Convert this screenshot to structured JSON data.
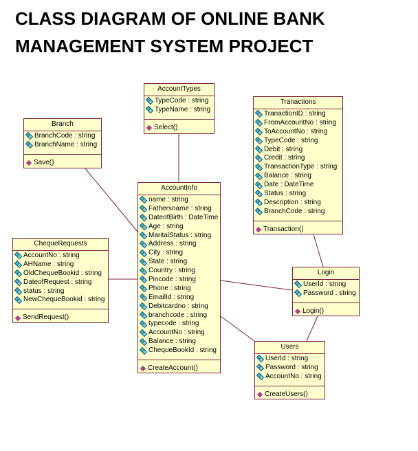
{
  "title": {
    "line1": "CLASS DIAGRAM OF ONLINE BANK",
    "line2": "MANAGEMENT SYSTEM PROJECT"
  },
  "colors": {
    "fill": "#ffffcc",
    "border": "#7a1f3a",
    "attr_icon": "#3cb4c8",
    "op_icon": "#b0448a"
  },
  "classes": {
    "accounttypes": {
      "name": "AccountTypes",
      "attrs": [
        "TypeCode : string",
        "TypeName : string"
      ],
      "ops": [
        "Select()"
      ]
    },
    "branch": {
      "name": "Branch",
      "attrs": [
        "BranchCode : string",
        "BranchName : string"
      ],
      "ops": [
        "Save()"
      ]
    },
    "tranactions": {
      "name": "Tranactions",
      "attrs": [
        "TranactionID : string",
        "FromAccountNo : string",
        "ToAccountNo : string",
        "TypeCode : string",
        "Debit : string",
        "Credit : string",
        "TransactionType : string",
        "Balance : string",
        "Date : DateTime",
        "Status : string",
        "Description : string",
        "BranchCode : string"
      ],
      "ops": [
        "Transaction()"
      ]
    },
    "accountinfo": {
      "name": "AccountInfo",
      "attrs": [
        "name : string",
        "Fathersname : string",
        "DateofBirth : DateTime",
        "Age : string",
        "MaritalStatus : string",
        "Address : string",
        "City : string",
        "State : string",
        "Country : string",
        "Pincode : string",
        "Phone : string",
        "EmailId : string",
        "Debitcardno : string",
        "branchcode : string",
        "typecode : string",
        "AccountNo : string",
        "Balance : string",
        "ChequeBookId : string"
      ],
      "ops": [
        "CreateAccount()"
      ]
    },
    "chequerequests": {
      "name": "ChequeRequests",
      "attrs": [
        "AccountNo : string",
        "AHName : string",
        "OldChequeBookid : string",
        "DateofRequest : string",
        "status : string",
        "NewChequeBookid : string"
      ],
      "ops": [
        "SendRequest()"
      ]
    },
    "login": {
      "name": "Login",
      "attrs": [
        "UserId : string",
        "Password : string"
      ],
      "ops": [
        "Login()"
      ]
    },
    "users": {
      "name": "Users",
      "attrs": [
        "UserId : string",
        "Password : string",
        "AccountNo : string"
      ],
      "ops": [
        "CreateUsers()"
      ]
    }
  }
}
